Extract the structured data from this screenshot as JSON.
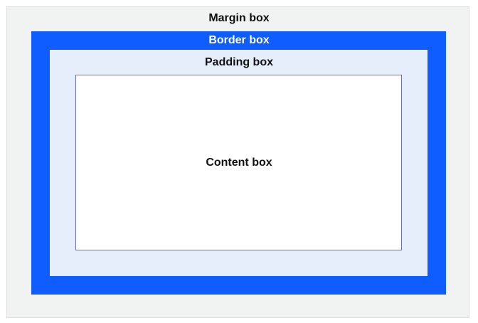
{
  "labels": {
    "margin": "Margin box",
    "border": "Border box",
    "padding": "Padding box",
    "content": "Content box"
  },
  "colors": {
    "margin_fill": "#f1f2f2",
    "border_fill": "#0f5cff",
    "padding_fill": "#e7eefb",
    "content_fill": "#ffffff",
    "content_outline": "#6b6fbf"
  }
}
